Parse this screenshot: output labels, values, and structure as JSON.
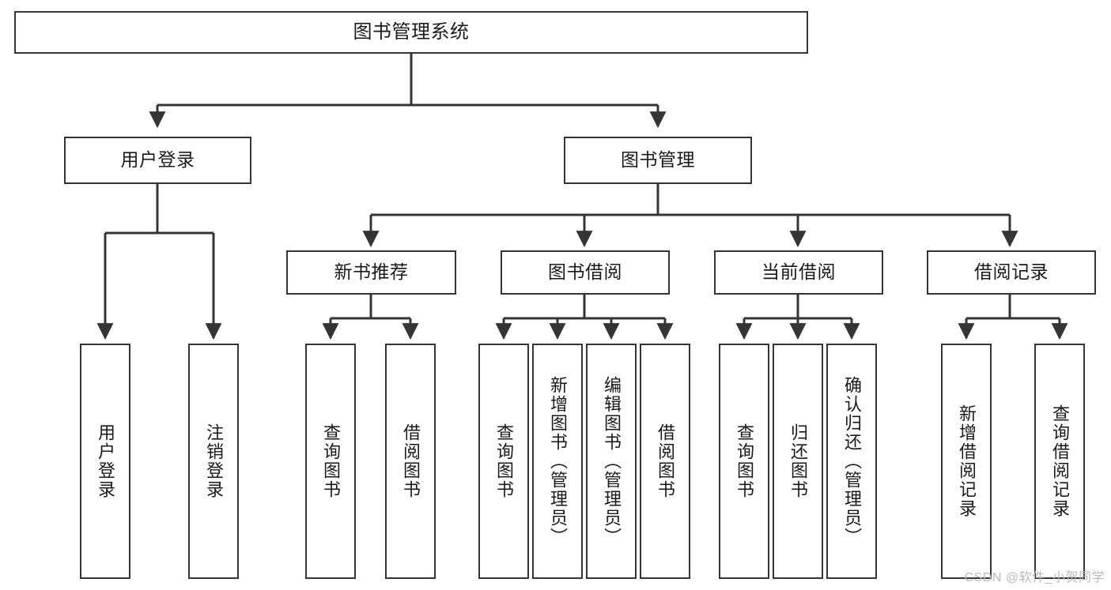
{
  "diagram": {
    "title": "图书管理系统",
    "type": "tree",
    "watermark": "CSDN @软件_小贺同学",
    "colors": {
      "background": "#ffffff",
      "node_fill": "#ffffff",
      "node_border": "#353535",
      "edge": "#353535",
      "text": "#1a1a1a",
      "watermark": "#b9b9b9"
    },
    "root": {
      "id": "root",
      "label": "图书管理系统"
    },
    "level2": [
      {
        "id": "user-login",
        "label": "用户登录"
      },
      {
        "id": "book-manage",
        "label": "图书管理"
      }
    ],
    "level3": [
      {
        "id": "new-book-rec",
        "label": "新书推荐",
        "parent": "book-manage"
      },
      {
        "id": "book-borrow",
        "label": "图书借阅",
        "parent": "book-manage"
      },
      {
        "id": "current-borrow",
        "label": "当前借阅",
        "parent": "book-manage"
      },
      {
        "id": "borrow-record",
        "label": "借阅记录",
        "parent": "book-manage"
      }
    ],
    "leaves": [
      {
        "id": "leaf-user-login",
        "label": "用户登录",
        "parent": "user-login"
      },
      {
        "id": "leaf-user-logout",
        "label": "注销登录",
        "parent": "user-login"
      },
      {
        "id": "leaf-rec-query-book",
        "label": "查询图书",
        "parent": "new-book-rec"
      },
      {
        "id": "leaf-rec-borrow-book",
        "label": "借阅图书",
        "parent": "new-book-rec"
      },
      {
        "id": "leaf-borrow-query-book",
        "label": "查询图书",
        "parent": "book-borrow"
      },
      {
        "id": "leaf-borrow-add-book",
        "label": "新增图书（管理员）",
        "parent": "book-borrow"
      },
      {
        "id": "leaf-borrow-edit-book",
        "label": "编辑图书（管理员）",
        "parent": "book-borrow"
      },
      {
        "id": "leaf-borrow-borrow-book",
        "label": "借阅图书",
        "parent": "book-borrow"
      },
      {
        "id": "leaf-current-query-book",
        "label": "查询图书",
        "parent": "current-borrow"
      },
      {
        "id": "leaf-current-return-book",
        "label": "归还图书",
        "parent": "current-borrow"
      },
      {
        "id": "leaf-current-confirm-return",
        "label": "确认归还（管理员）",
        "parent": "current-borrow"
      },
      {
        "id": "leaf-record-add",
        "label": "新增借阅记录",
        "parent": "borrow-record"
      },
      {
        "id": "leaf-record-query",
        "label": "查询借阅记录",
        "parent": "borrow-record"
      }
    ]
  }
}
